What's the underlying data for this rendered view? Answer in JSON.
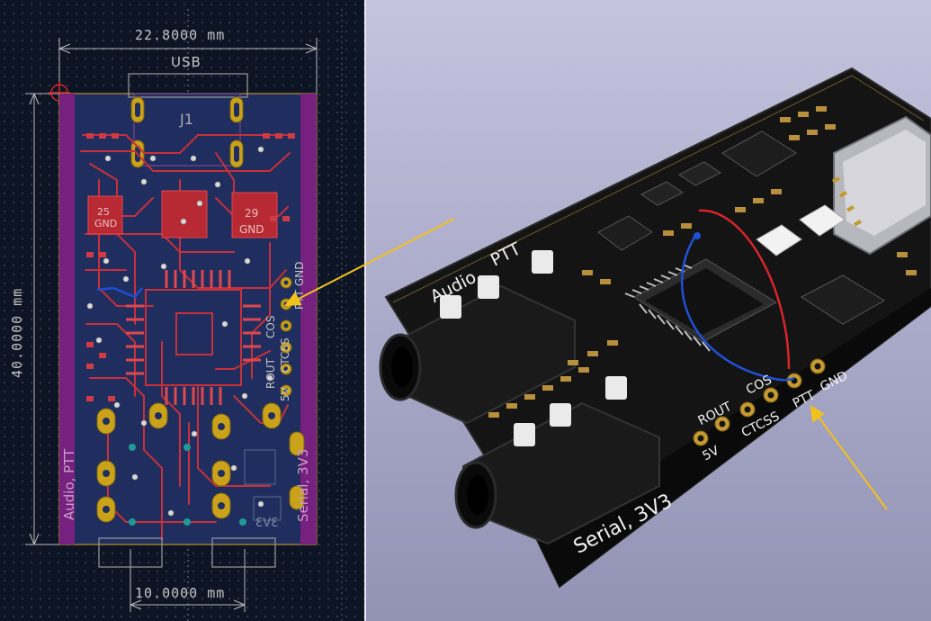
{
  "pcb_editor": {
    "dimensions": {
      "width_top": "22.8000 mm",
      "height": "40.0000 mm",
      "width_bottom": "10.0000 mm"
    },
    "silkscreen": {
      "connector_usb": "USB",
      "ref_j1": "J1",
      "pad_gnd_a": "GND",
      "pad_gnd_b": "GND",
      "pad_num_a": "25",
      "pad_num_b": "29",
      "label_audio_ptt": "Audio, PTT",
      "label_serial": "Serial, 3V3",
      "pins_col1": [
        "ROUT",
        "5V"
      ],
      "pins_col2": [
        "COS",
        "CTCSS"
      ],
      "pins_col3": [
        "PTT",
        "GND"
      ],
      "back_label": "3V3"
    },
    "colors": {
      "board": "#1f2e5e",
      "copper_front": "#c8303a",
      "edge": "#7a1f86",
      "dim_text": "#c2c2c2"
    }
  },
  "viewer_3d": {
    "labels": {
      "audio": "Audio",
      "ptt": "PTT",
      "rout": "ROUT",
      "v5": "5V",
      "cos": "COS",
      "ctcss": "CTCSS",
      "ptt_pin": "PTT",
      "gnd": "GND",
      "serial": "Serial, 3V3"
    },
    "colors": {
      "board": "#151515",
      "wire_red": "#d8242a",
      "wire_blue": "#2150d8",
      "arrow": "#f2c21c"
    }
  }
}
